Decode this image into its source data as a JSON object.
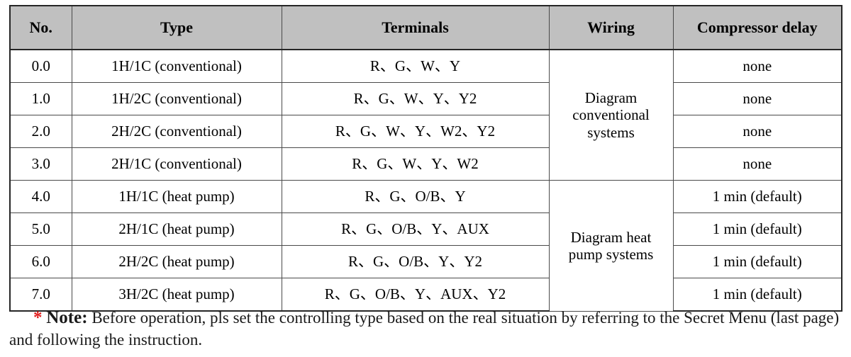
{
  "table": {
    "columns": [
      "No.",
      "Type",
      "Terminals",
      "Wiring",
      "Compressor delay"
    ],
    "rows": [
      {
        "no": "0.0",
        "type": "1H/1C (conventional)",
        "terminals": "R、G、W、Y",
        "delay": "none"
      },
      {
        "no": "1.0",
        "type": "1H/2C (conventional)",
        "terminals": "R、G、W、Y、Y2",
        "delay": "none"
      },
      {
        "no": "2.0",
        "type": "2H/2C (conventional)",
        "terminals": "R、G、W、Y、W2、Y2",
        "delay": "none"
      },
      {
        "no": "3.0",
        "type": "2H/1C (conventional)",
        "terminals": "R、G、W、Y、W2",
        "delay": "none"
      },
      {
        "no": "4.0",
        "type": "1H/1C (heat pump)",
        "terminals": "R、G、O/B、Y",
        "delay": "1 min (default)"
      },
      {
        "no": "5.0",
        "type": "2H/1C (heat pump)",
        "terminals": "R、G、O/B、Y、AUX",
        "delay": "1 min (default)"
      },
      {
        "no": "6.0",
        "type": "2H/2C (heat pump)",
        "terminals": "R、G、O/B、Y、Y2",
        "delay": "1 min (default)"
      },
      {
        "no": "7.0",
        "type": "3H/2C (heat pump)",
        "terminals": "R、G、O/B、Y、AUX、Y2",
        "delay": "1 min (default)"
      }
    ],
    "wiring_groups": [
      {
        "lines": [
          "Diagram",
          "conventional",
          "systems"
        ],
        "rowspan": 4
      },
      {
        "lines": [
          "Diagram heat",
          "pump systems"
        ],
        "rowspan": 4
      }
    ]
  },
  "note": {
    "star": "*",
    "label": "Note:",
    "body": " Before operation, pls set the controlling type based on the real situation by referring to the Secret Menu (last page) and following the instruction."
  },
  "colors": {
    "header_background": "#c0c0c0",
    "border": "#4a4a4a",
    "outer_border": "#262626",
    "star_red": "#e01b1b",
    "text": "#000000"
  }
}
